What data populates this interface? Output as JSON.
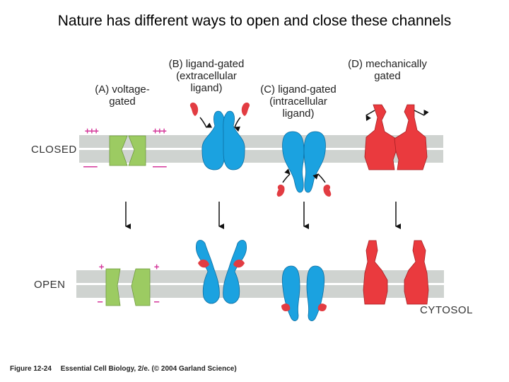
{
  "title": "Nature has different ways to open and close these channels",
  "labels": {
    "a": "(A) voltage-\ngated",
    "b": "(B) ligand-gated\n(extracellular\nligand)",
    "c": "(C) ligand-gated\n(intracellular\nligand)",
    "d": "(D) mechanically\ngated"
  },
  "states": {
    "closed": "CLOSED",
    "open": "OPEN",
    "cytosol": "CYTOSOL"
  },
  "charges": {
    "closed_top": "+++",
    "closed_bottom": "–––",
    "open_top": "+",
    "open_bottom": "–"
  },
  "caption": {
    "figure": "Figure 12-24",
    "text": "Essential Cell Biology, 2/e. (© 2004 Garland Science)"
  },
  "colors": {
    "membrane": "#cfd3d0",
    "voltage_channel": "#9ccb62",
    "ligand_channel": "#1ba2e0",
    "mechanical_channel": "#ea3a3e",
    "ligand": "#e23c42",
    "charge": "#d4379a"
  }
}
